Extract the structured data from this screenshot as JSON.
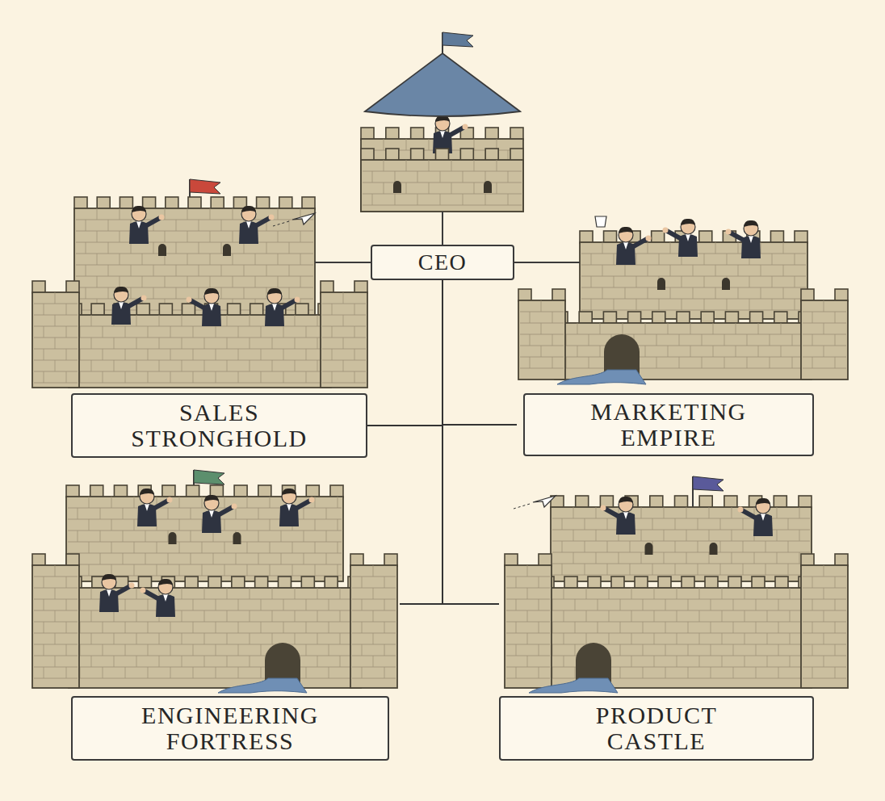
{
  "diagram": {
    "nodes": [
      {
        "text": [
          "CEO"
        ]
      },
      {
        "text": [
          "SALES STRONGHOLD"
        ]
      },
      {
        "text": [
          "MARKETING EMPIRE"
        ]
      },
      {
        "text": [
          "ENGINEERING FORTRESS"
        ]
      },
      {
        "text": [
          "PRODUCT CASTLE"
        ]
      }
    ],
    "edges": [
      {
        "from": 0,
        "to": 1,
        "arrow": "none"
      },
      {
        "from": 0,
        "to": 2,
        "arrow": "none"
      },
      {
        "from": 0,
        "to": 3,
        "arrow": "none"
      },
      {
        "from": 0,
        "to": 4,
        "arrow": "none"
      }
    ]
  }
}
